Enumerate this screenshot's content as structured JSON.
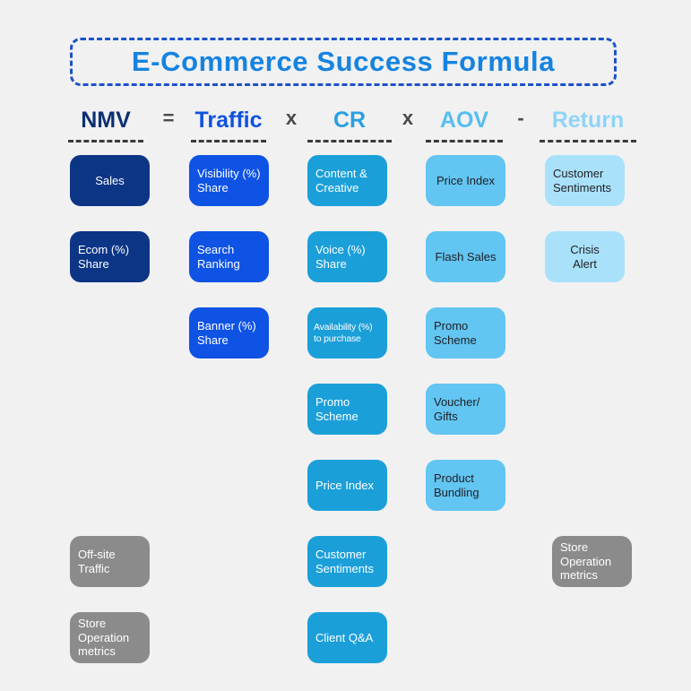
{
  "background_color": "#f1f1f2",
  "title": {
    "text": "E-Commerce Success Formula",
    "text_color": "#1583e0",
    "border_color": "#1d52c8"
  },
  "formula": {
    "terms": [
      {
        "id": "nmv",
        "label": "NMV",
        "color": "#0d2f73"
      },
      {
        "id": "traffic",
        "label": "Traffic",
        "color": "#0f52e0"
      },
      {
        "id": "cr",
        "label": "CR",
        "color": "#29a0e0"
      },
      {
        "id": "aov",
        "label": "AOV",
        "color": "#57bdf0"
      },
      {
        "id": "return",
        "label": "Return",
        "color": "#8fd4f8"
      }
    ],
    "operators": [
      {
        "symbol": "="
      },
      {
        "symbol": "x"
      },
      {
        "symbol": "x"
      },
      {
        "symbol": "-"
      }
    ],
    "operator_color": "#4a4a4a",
    "underline_color": "#3a3a3a"
  },
  "columns": [
    {
      "heading": "NMV",
      "box_color": "#0c3586",
      "text_color": "#ffffff",
      "items": [
        {
          "label": "Sales"
        },
        {
          "label": "Ecom (%)\nShare"
        }
      ]
    },
    {
      "heading": "Traffic",
      "box_color": "#0f53e4",
      "text_color": "#ffffff",
      "items": [
        {
          "label": "Visibility (%)\nShare"
        },
        {
          "label": "Search\nRanking"
        },
        {
          "label": "Banner (%)\nShare"
        }
      ]
    },
    {
      "heading": "CR",
      "box_color": "#1b9fd9",
      "text_color": "#ffffff",
      "items": [
        {
          "label": "Content &\nCreative"
        },
        {
          "label": "Voice (%)\nShare"
        },
        {
          "label": "Availability (%)\nto purchase"
        },
        {
          "label": "Promo\nScheme"
        },
        {
          "label": "Price Index"
        },
        {
          "label": "Customer\nSentiments"
        },
        {
          "label": "Client Q&A"
        }
      ]
    },
    {
      "heading": "AOV",
      "box_color": "#62c5f2",
      "text_color": "#1f1f22",
      "items": [
        {
          "label": "Price Index"
        },
        {
          "label": "Flash Sales"
        },
        {
          "label": "Promo\nScheme"
        },
        {
          "label": "Voucher/\nGifts"
        },
        {
          "label": "Product\nBundling"
        }
      ]
    },
    {
      "heading": "Return",
      "box_color": "#a9e1fb",
      "text_color": "#1f1f22",
      "items": [
        {
          "label": "Customer\nSentiments"
        },
        {
          "label": "Crisis\nAlert"
        }
      ]
    }
  ],
  "secondary_metrics": {
    "box_color": "#8b8b8b",
    "text_color": "#ffffff",
    "items": [
      {
        "label": "Off-site\nTraffic",
        "under": "NMV"
      },
      {
        "label": "Store\nOperation\nmetrics",
        "under": "NMV"
      },
      {
        "label": "Store\nOperation\nmetrics",
        "under": "Return"
      }
    ]
  }
}
